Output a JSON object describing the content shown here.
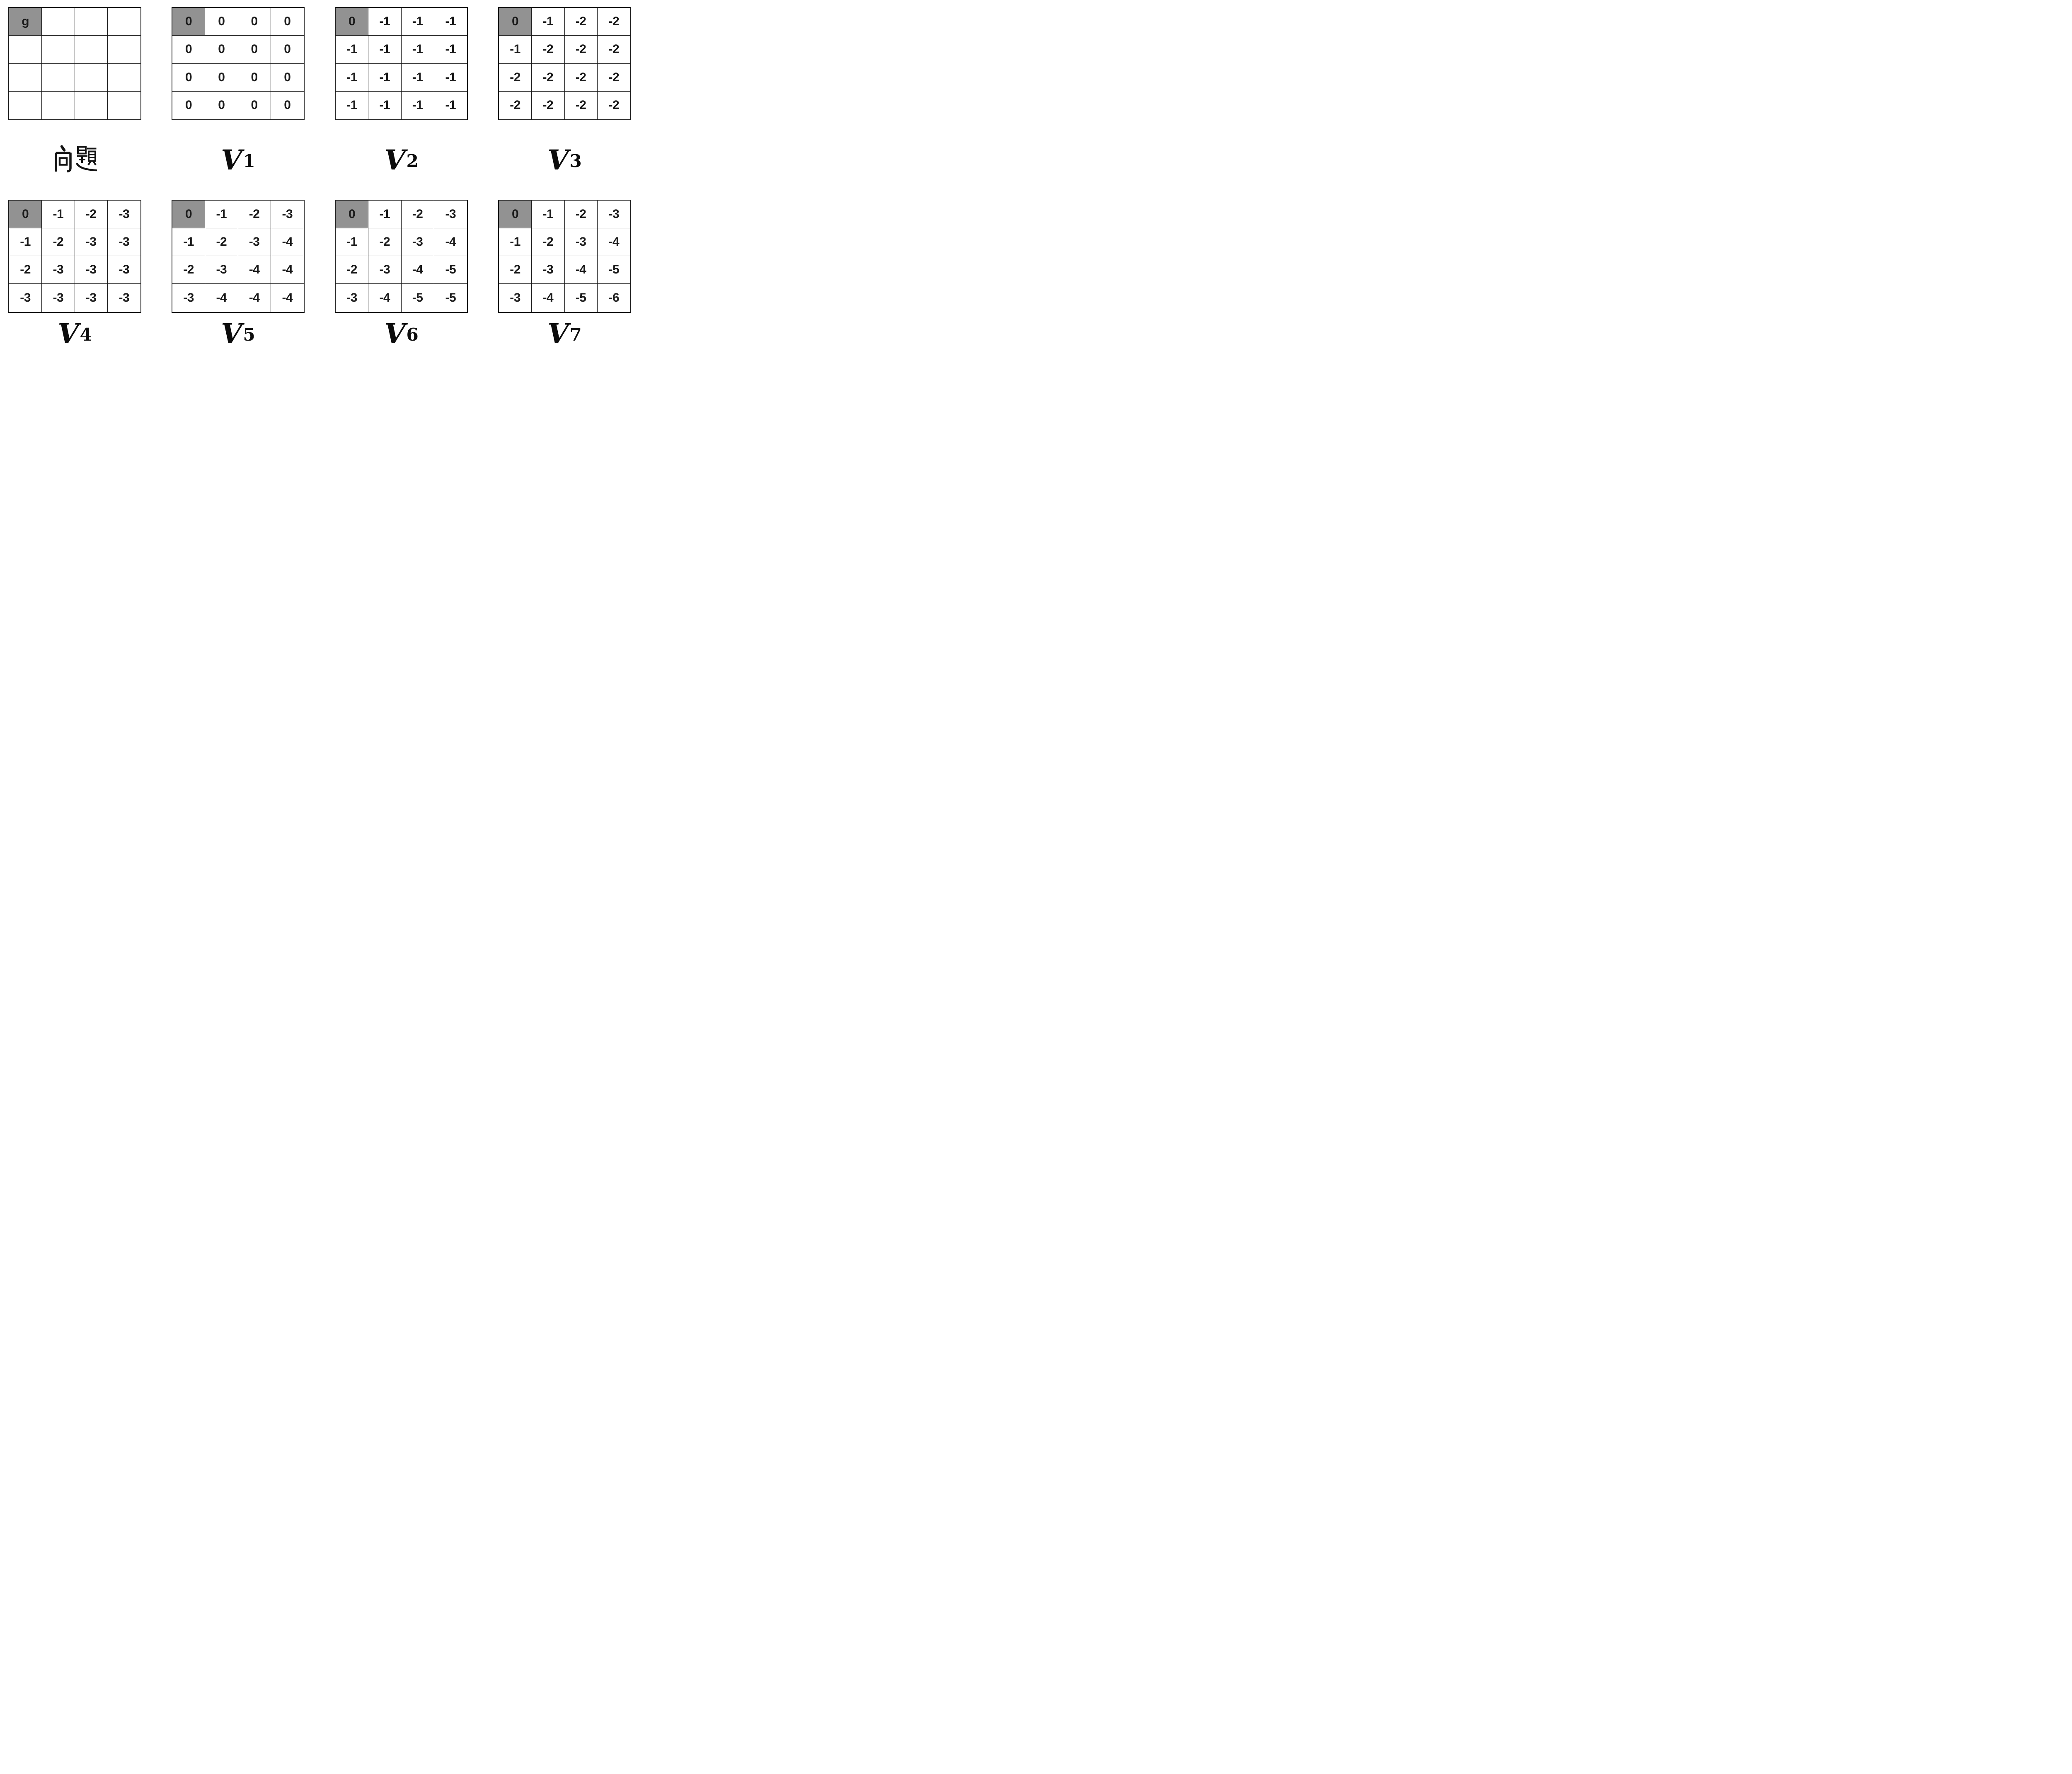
{
  "colors": {
    "background": "#ffffff",
    "goal_cell_bg": "#929292",
    "grid_line": "#161616",
    "text": "#1b1b1b"
  },
  "panels": [
    {
      "id": "problem",
      "label": "问题",
      "goal_row": 0,
      "goal_col": 0,
      "cells": [
        [
          "g",
          "",
          "",
          ""
        ],
        [
          "",
          "",
          "",
          ""
        ],
        [
          "",
          "",
          "",
          ""
        ],
        [
          "",
          "",
          "",
          ""
        ]
      ]
    },
    {
      "id": "v1",
      "label_base": "V",
      "label_sub": "1",
      "goal_row": 0,
      "goal_col": 0,
      "cells": [
        [
          "0",
          "0",
          "0",
          "0"
        ],
        [
          "0",
          "0",
          "0",
          "0"
        ],
        [
          "0",
          "0",
          "0",
          "0"
        ],
        [
          "0",
          "0",
          "0",
          "0"
        ]
      ]
    },
    {
      "id": "v2",
      "label_base": "V",
      "label_sub": "2",
      "goal_row": 0,
      "goal_col": 0,
      "cells": [
        [
          "0",
          "-1",
          "-1",
          "-1"
        ],
        [
          "-1",
          "-1",
          "-1",
          "-1"
        ],
        [
          "-1",
          "-1",
          "-1",
          "-1"
        ],
        [
          "-1",
          "-1",
          "-1",
          "-1"
        ]
      ]
    },
    {
      "id": "v3",
      "label_base": "V",
      "label_sub": "3",
      "goal_row": 0,
      "goal_col": 0,
      "cells": [
        [
          "0",
          "-1",
          "-2",
          "-2"
        ],
        [
          "-1",
          "-2",
          "-2",
          "-2"
        ],
        [
          "-2",
          "-2",
          "-2",
          "-2"
        ],
        [
          "-2",
          "-2",
          "-2",
          "-2"
        ]
      ]
    },
    {
      "id": "v4",
      "label_base": "V",
      "label_sub": "4",
      "goal_row": 0,
      "goal_col": 0,
      "cells": [
        [
          "0",
          "-1",
          "-2",
          "-3"
        ],
        [
          "-1",
          "-2",
          "-3",
          "-3"
        ],
        [
          "-2",
          "-3",
          "-3",
          "-3"
        ],
        [
          "-3",
          "-3",
          "-3",
          "-3"
        ]
      ]
    },
    {
      "id": "v5",
      "label_base": "V",
      "label_sub": "5",
      "goal_row": 0,
      "goal_col": 0,
      "cells": [
        [
          "0",
          "-1",
          "-2",
          "-3"
        ],
        [
          "-1",
          "-2",
          "-3",
          "-4"
        ],
        [
          "-2",
          "-3",
          "-4",
          "-4"
        ],
        [
          "-3",
          "-4",
          "-4",
          "-4"
        ]
      ]
    },
    {
      "id": "v6",
      "label_base": "V",
      "label_sub": "6",
      "goal_row": 0,
      "goal_col": 0,
      "cells": [
        [
          "0",
          "-1",
          "-2",
          "-3"
        ],
        [
          "-1",
          "-2",
          "-3",
          "-4"
        ],
        [
          "-2",
          "-3",
          "-4",
          "-5"
        ],
        [
          "-3",
          "-4",
          "-5",
          "-5"
        ]
      ]
    },
    {
      "id": "v7",
      "label_base": "V",
      "label_sub": "7",
      "goal_row": 0,
      "goal_col": 0,
      "cells": [
        [
          "0",
          "-1",
          "-2",
          "-3"
        ],
        [
          "-1",
          "-2",
          "-3",
          "-4"
        ],
        [
          "-2",
          "-3",
          "-4",
          "-5"
        ],
        [
          "-3",
          "-4",
          "-5",
          "-6"
        ]
      ]
    }
  ]
}
